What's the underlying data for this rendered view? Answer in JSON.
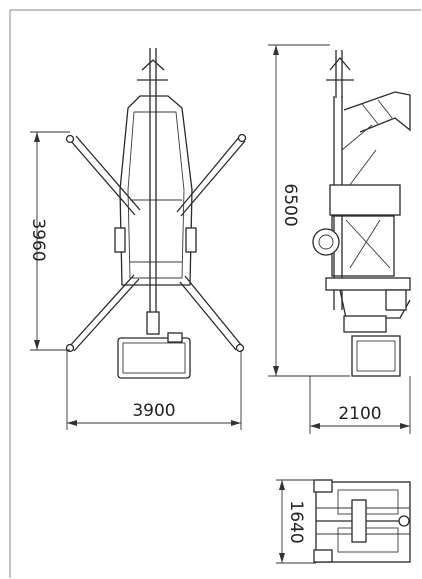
{
  "drawing": {
    "dimensions": {
      "front_height": "3960",
      "front_width": "3900",
      "side_height": "6500",
      "side_width": "2100",
      "top_width": "1640"
    },
    "colors": {
      "line": "#2a2a2a",
      "background": "#ffffff"
    }
  }
}
